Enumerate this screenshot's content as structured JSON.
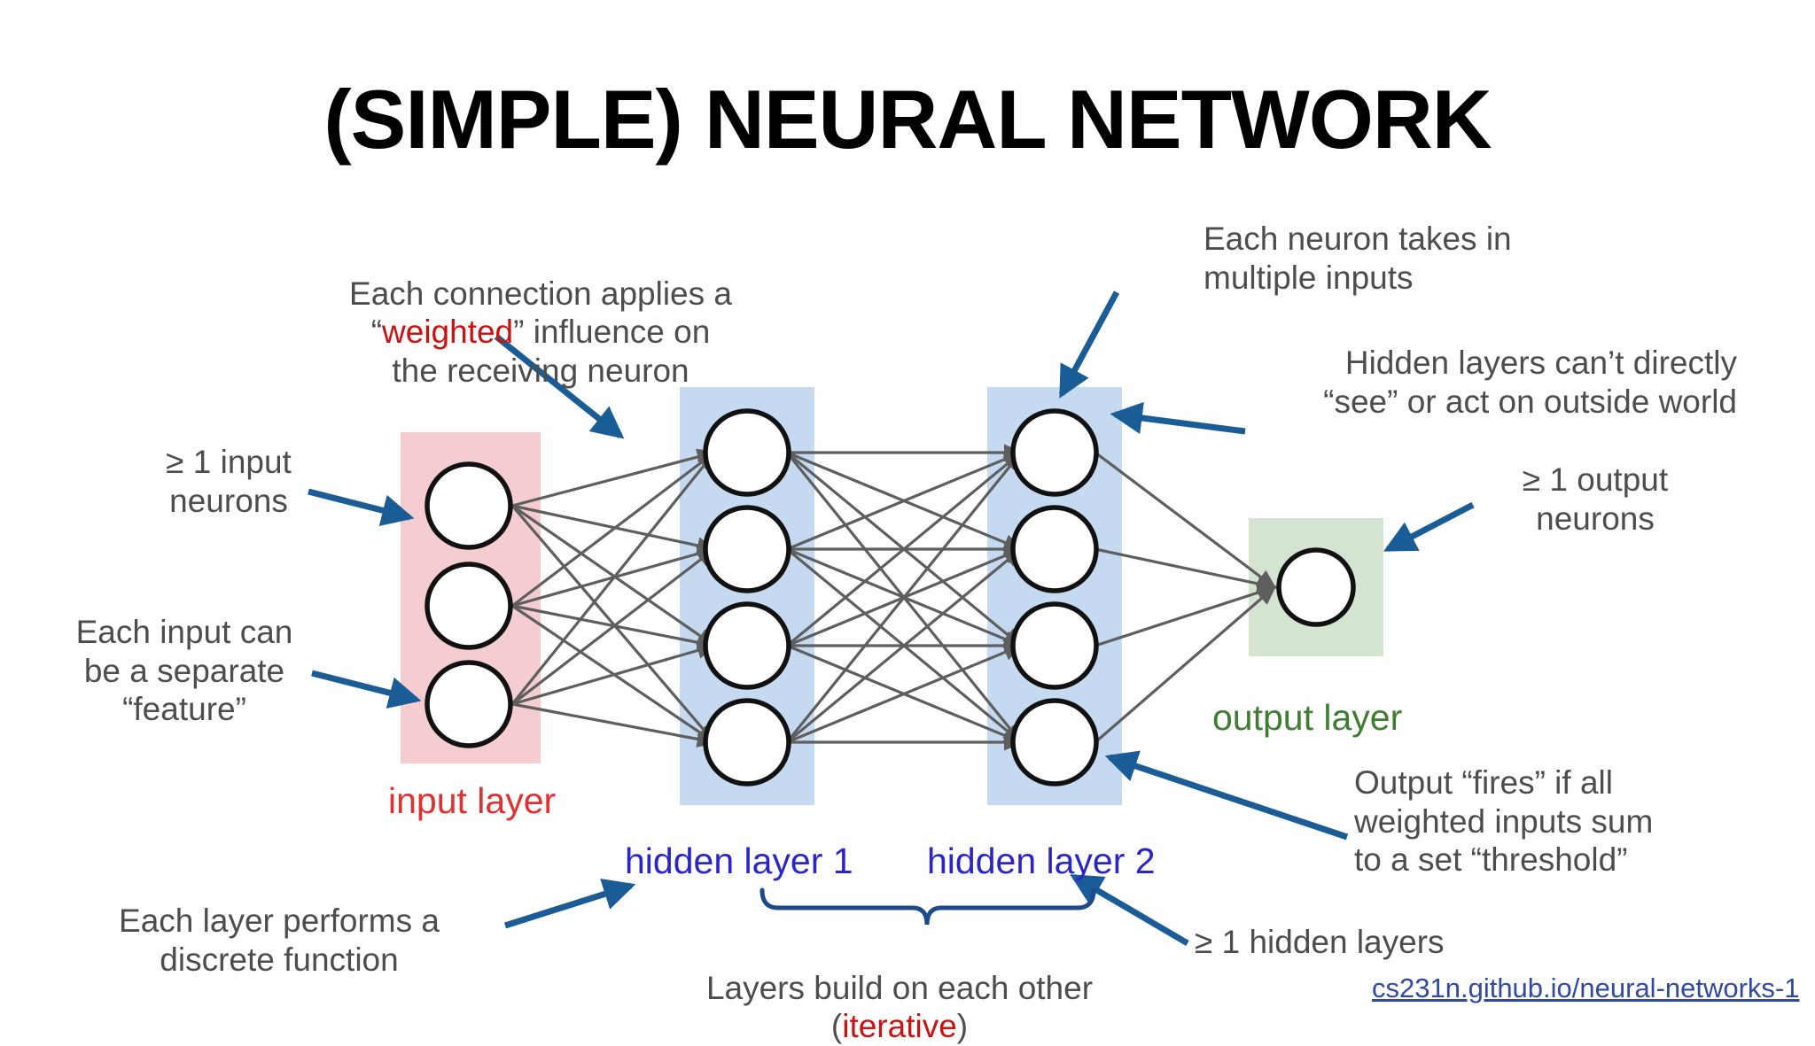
{
  "page": {
    "title": "(SIMPLE) NEURAL NETWORK",
    "background": "#ffffff",
    "source_link": "cs231n.github.io/neural-networks-1"
  },
  "colors": {
    "title": "#000000",
    "note_text": "#4d4d4d",
    "accent_red": "#cc1111",
    "arrow_blue": "#1a5c96",
    "brace_blue": "#1c4a8a",
    "input_box": "#f5ccd0",
    "hidden_box": "#c5d9f1",
    "output_box": "#d5e4d0",
    "input_label": "#e03030",
    "hidden_label": "#2a25c8",
    "output_label": "#3f7d33",
    "link": "#2f4a9e",
    "neuron_fill": "#ffffff",
    "neuron_stroke": "#111111",
    "connection": "#5e5e5e"
  },
  "layer_labels": {
    "input": "input layer",
    "hidden_1": "hidden layer 1",
    "hidden_2": "hidden layer 2",
    "output": "output layer"
  },
  "annotations": {
    "input_neurons": "≥ 1 input\nneurons",
    "each_input_feature": "Each input can\nbe a separate\n“feature”",
    "connection_weighted_pre": "Each connection applies a\n“",
    "connection_weighted_word": "weighted",
    "connection_weighted_post": "” influence on\nthe receiving neuron",
    "neuron_multiple_inputs": "Each neuron takes in\nmultiple inputs",
    "hidden_cant_see": "Hidden layers can’t directly\n“see” or act on outside world",
    "output_neurons": "≥ 1 output\nneurons",
    "output_fires": "Output “fires” if all\nweighted inputs sum\nto a set “threshold”",
    "each_layer_function": "Each layer performs a\ndiscrete function",
    "layers_build_pre": "Layers build on each other\n(",
    "layers_build_word": "iterative",
    "layers_build_post": ")",
    "hidden_layers_count": "≥ 1 hidden layers"
  },
  "network": {
    "layers": [
      {
        "name": "input layer",
        "neuron_count": 3,
        "box_color": "#f5ccd0"
      },
      {
        "name": "hidden layer 1",
        "neuron_count": 4,
        "box_color": "#c5d9f1"
      },
      {
        "name": "hidden layer 2",
        "neuron_count": 4,
        "box_color": "#c5d9f1"
      },
      {
        "name": "output layer",
        "neuron_count": 1,
        "box_color": "#d5e4d0"
      }
    ],
    "fully_connected": true,
    "connection_style": "arrow"
  }
}
